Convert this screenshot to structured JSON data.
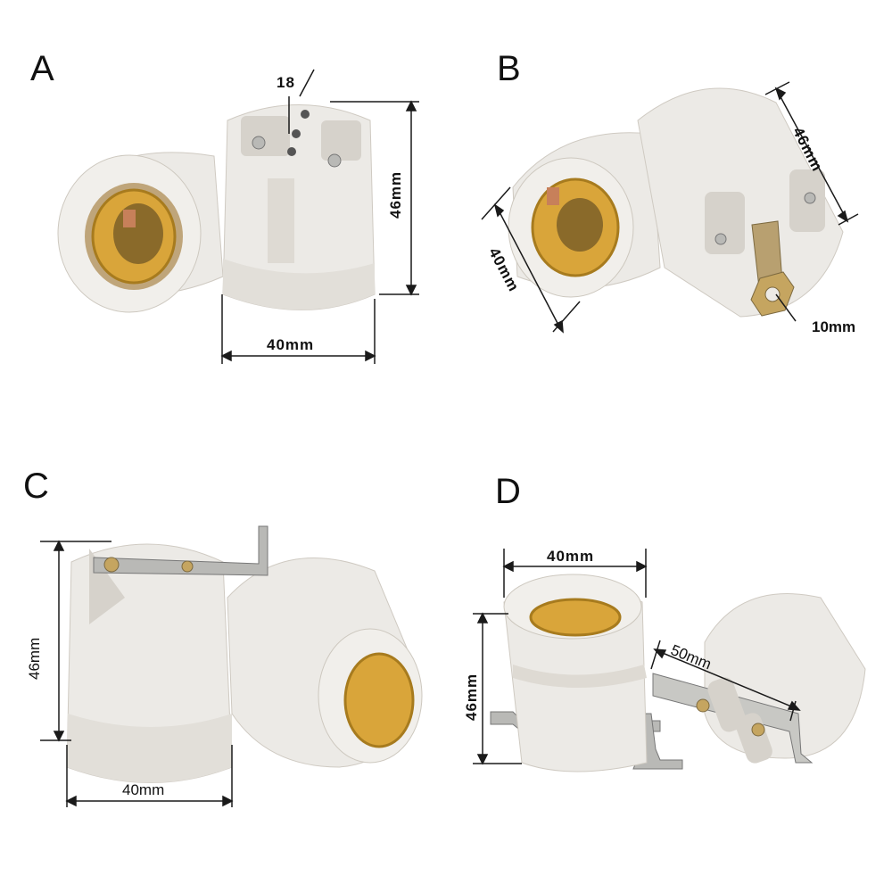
{
  "colors": {
    "ceramic": "#eceae6",
    "ceramic_shade": "#d6d2cb",
    "brass": "#d9a53a",
    "brass_dark": "#a77b1e",
    "steel": "#b9b9b6",
    "line": "#1a1a1a"
  },
  "panels": [
    {
      "letter": "A",
      "dims": {
        "top": "18",
        "height": "46mm",
        "width": "40mm"
      }
    },
    {
      "letter": "B",
      "dims": {
        "height": "46mm",
        "width": "40mm",
        "nut": "10mm"
      }
    },
    {
      "letter": "C",
      "dims": {
        "height": "46mm",
        "width": "40mm"
      }
    },
    {
      "letter": "D",
      "dims": {
        "width": "40mm",
        "height": "46mm",
        "bracket": "50mm"
      }
    }
  ]
}
